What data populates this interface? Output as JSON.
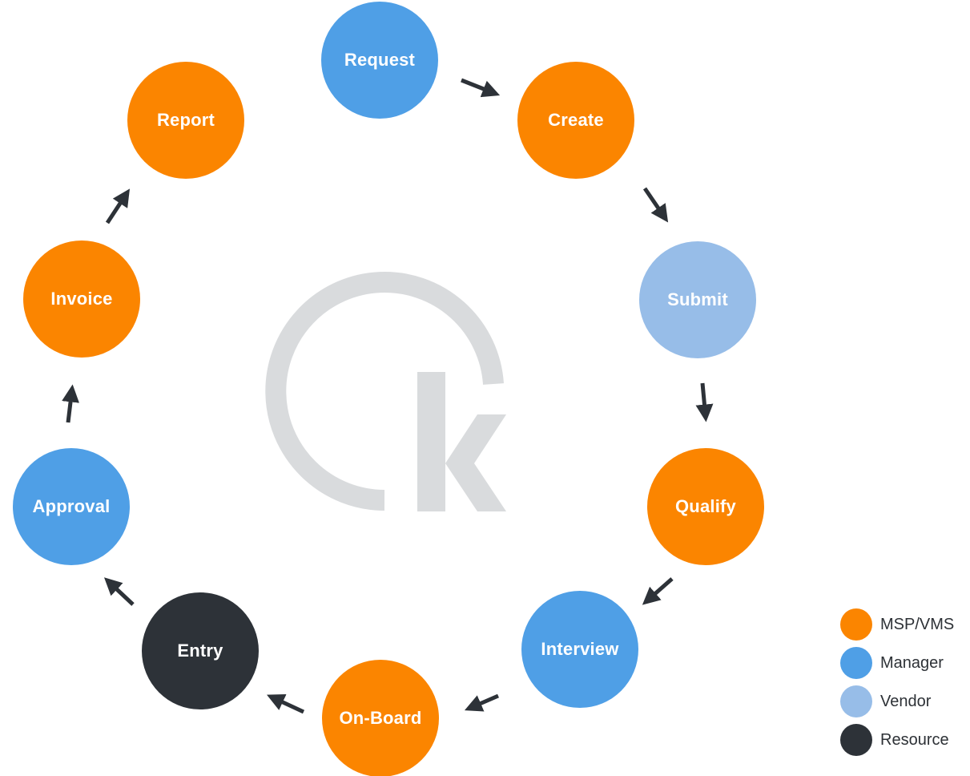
{
  "colors": {
    "msp_vms": "#fb8500",
    "manager": "#4f9fe6",
    "vendor": "#97bde8",
    "resource": "#2d3238",
    "arrow": "#2d3238",
    "logo": "#d9dbdd"
  },
  "logo": {
    "icon": "k-logo-mark"
  },
  "steps": [
    {
      "label": "Request",
      "role": "manager"
    },
    {
      "label": "Create",
      "role": "msp_vms"
    },
    {
      "label": "Submit",
      "role": "vendor"
    },
    {
      "label": "Qualify",
      "role": "msp_vms"
    },
    {
      "label": "Interview",
      "role": "manager"
    },
    {
      "label": "On-Board",
      "role": "msp_vms"
    },
    {
      "label": "Entry",
      "role": "resource"
    },
    {
      "label": "Approval",
      "role": "manager"
    },
    {
      "label": "Invoice",
      "role": "msp_vms"
    },
    {
      "label": "Report",
      "role": "msp_vms"
    }
  ],
  "legend": [
    {
      "label": "MSP/VMS",
      "role": "msp_vms"
    },
    {
      "label": "Manager",
      "role": "manager"
    },
    {
      "label": "Vendor",
      "role": "vendor"
    },
    {
      "label": "Resource",
      "role": "resource"
    }
  ]
}
